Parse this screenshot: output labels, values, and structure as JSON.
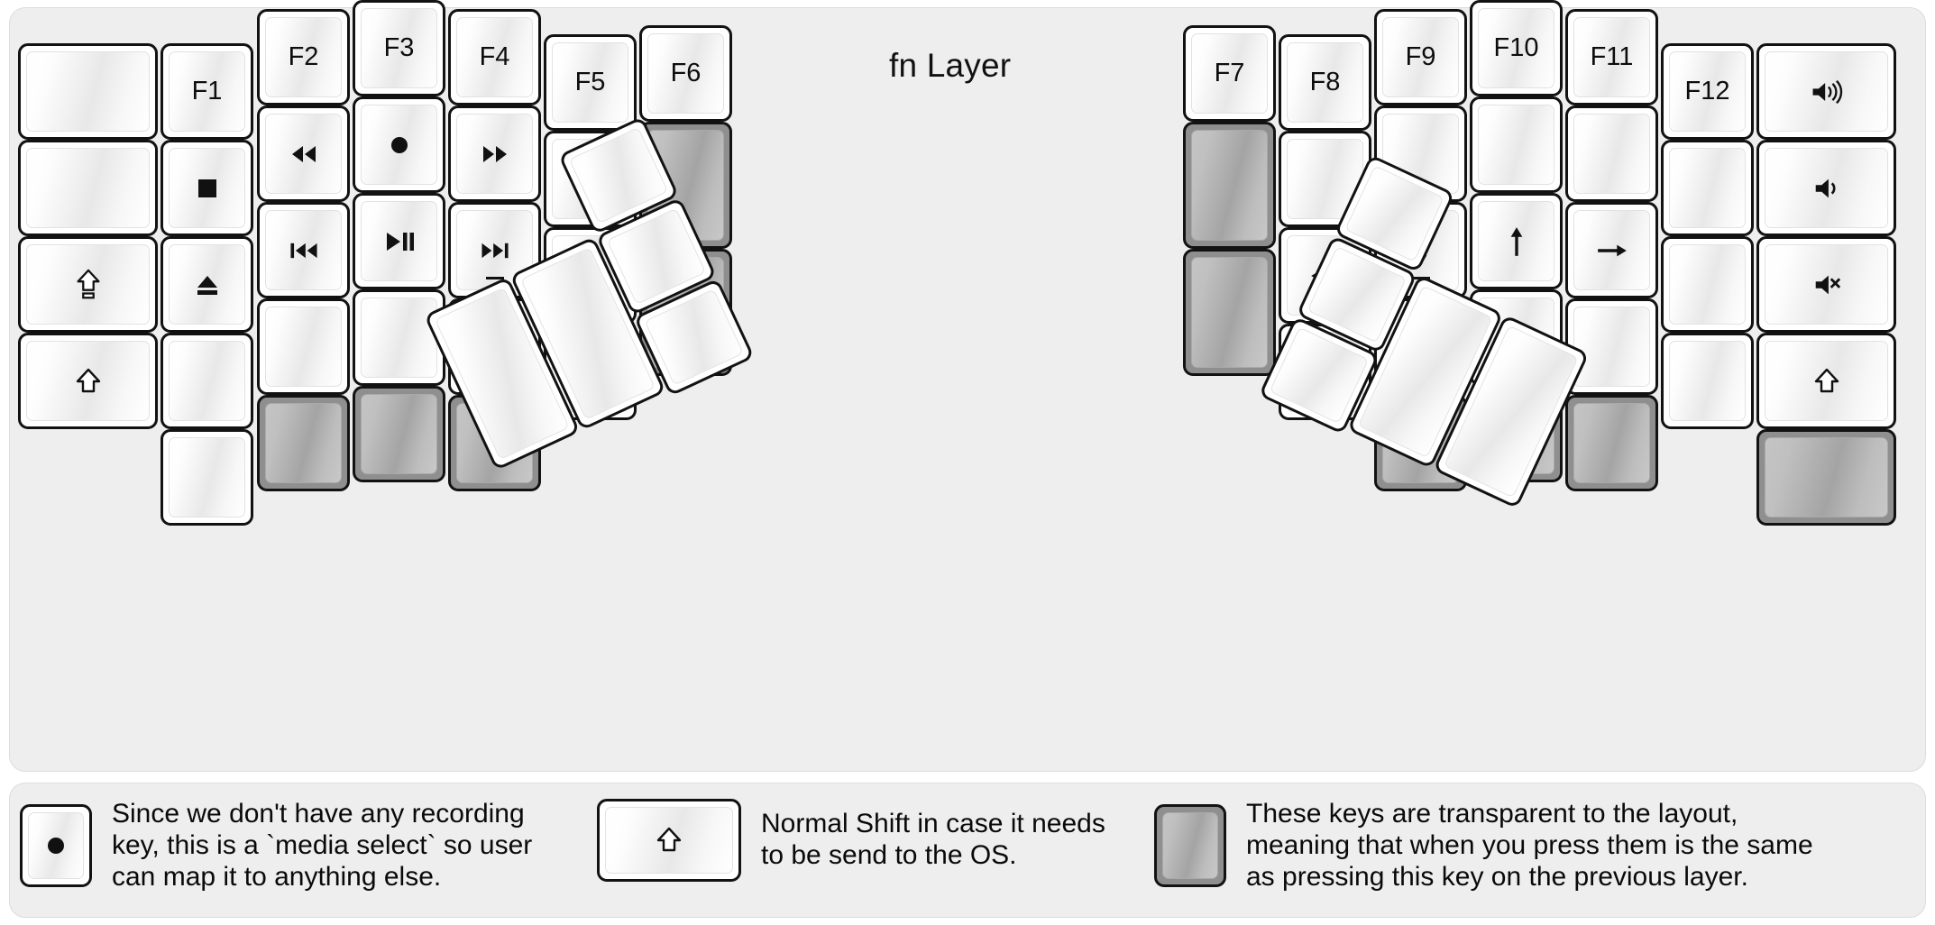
{
  "title": "fn Layer",
  "colors": {
    "background": "#eeeeee",
    "key_face": "#ffffff",
    "key_border": "#121212",
    "transparent_key": "#8f8f8f",
    "text": "#0d0d0d"
  },
  "keyboard": {
    "left_half": {
      "columns": [
        {
          "name": "col-pinky-outer",
          "keys": [
            {
              "label": "",
              "glyph": "",
              "type": "blank",
              "size": "1.5u"
            },
            {
              "label": "",
              "glyph": "",
              "type": "blank",
              "size": "1.5u"
            },
            {
              "label": "",
              "glyph": "caps-lock-icon",
              "type": "glyph",
              "size": "1.5u"
            },
            {
              "label": "",
              "glyph": "shift-icon",
              "type": "glyph",
              "size": "1.5u"
            }
          ]
        },
        {
          "name": "col-pinky",
          "keys": [
            {
              "label": "F1",
              "glyph": "",
              "type": "text"
            },
            {
              "label": "",
              "glyph": "media-stop-icon",
              "type": "glyph"
            },
            {
              "label": "",
              "glyph": "media-eject-icon",
              "type": "glyph"
            },
            {
              "label": "",
              "glyph": "",
              "type": "blank"
            },
            {
              "label": "",
              "glyph": "",
              "type": "blank"
            }
          ]
        },
        {
          "name": "col-ring",
          "keys": [
            {
              "label": "F2",
              "glyph": "",
              "type": "text"
            },
            {
              "label": "",
              "glyph": "media-rewind-icon",
              "type": "glyph"
            },
            {
              "label": "",
              "glyph": "media-prev-track-icon",
              "type": "glyph"
            },
            {
              "label": "",
              "glyph": "",
              "type": "blank"
            },
            {
              "label": "",
              "glyph": "",
              "type": "transparent"
            }
          ]
        },
        {
          "name": "col-middle",
          "keys": [
            {
              "label": "F3",
              "glyph": "",
              "type": "text"
            },
            {
              "label": "",
              "glyph": "media-record-icon",
              "type": "glyph"
            },
            {
              "label": "",
              "glyph": "media-play-pause-icon",
              "type": "glyph"
            },
            {
              "label": "",
              "glyph": "",
              "type": "blank"
            },
            {
              "label": "",
              "glyph": "",
              "type": "transparent"
            }
          ]
        },
        {
          "name": "col-index",
          "keys": [
            {
              "label": "F4",
              "glyph": "",
              "type": "text"
            },
            {
              "label": "",
              "glyph": "media-fast-forward-icon",
              "type": "glyph"
            },
            {
              "label": "",
              "glyph": "media-next-track-icon",
              "type": "glyph",
              "tick": true
            },
            {
              "label": "",
              "glyph": "",
              "type": "blank"
            },
            {
              "label": "",
              "glyph": "",
              "type": "transparent"
            }
          ]
        },
        {
          "name": "col-index-inner",
          "keys": [
            {
              "label": "F5",
              "glyph": "",
              "type": "text"
            },
            {
              "label": "",
              "glyph": "",
              "type": "blank"
            },
            {
              "label": "",
              "glyph": "",
              "type": "blank"
            },
            {
              "label": "",
              "glyph": "",
              "type": "blank"
            }
          ]
        },
        {
          "name": "col-inner",
          "keys": [
            {
              "label": "F6",
              "glyph": "",
              "type": "text"
            },
            {
              "label": "",
              "glyph": "",
              "type": "transparent",
              "size": "1.5u"
            },
            {
              "label": "",
              "glyph": "",
              "type": "transparent",
              "size": "1.5u"
            }
          ]
        }
      ],
      "thumb_cluster": [
        {
          "name": "thumb-big-1",
          "label": "",
          "type": "blank",
          "size": "2u"
        },
        {
          "name": "thumb-big-2",
          "label": "",
          "type": "blank",
          "size": "2u"
        },
        {
          "name": "thumb-small-top",
          "label": "",
          "type": "blank",
          "size": "1u"
        },
        {
          "name": "thumb-small-mid",
          "label": "",
          "type": "blank",
          "size": "1u"
        },
        {
          "name": "thumb-small-bot",
          "label": "",
          "type": "blank",
          "size": "1u"
        }
      ]
    },
    "right_half": {
      "columns": [
        {
          "name": "col-inner-r",
          "keys": [
            {
              "label": "F7",
              "glyph": "",
              "type": "text"
            },
            {
              "label": "",
              "glyph": "",
              "type": "transparent",
              "size": "1.5u"
            },
            {
              "label": "",
              "glyph": "",
              "type": "transparent",
              "size": "1.5u"
            }
          ]
        },
        {
          "name": "col-index-inner-r",
          "keys": [
            {
              "label": "F8",
              "glyph": "",
              "type": "text"
            },
            {
              "label": "",
              "glyph": "",
              "type": "blank"
            },
            {
              "label": "",
              "glyph": "arrow-left-icon",
              "type": "glyph"
            },
            {
              "label": "",
              "glyph": "",
              "type": "blank"
            }
          ]
        },
        {
          "name": "col-index-r",
          "keys": [
            {
              "label": "F9",
              "glyph": "",
              "type": "text"
            },
            {
              "label": "",
              "glyph": "",
              "type": "blank"
            },
            {
              "label": "",
              "glyph": "arrow-down-icon",
              "type": "glyph",
              "tick": true
            },
            {
              "label": "",
              "glyph": "",
              "type": "blank"
            },
            {
              "label": "",
              "glyph": "",
              "type": "transparent"
            }
          ]
        },
        {
          "name": "col-middle-r",
          "keys": [
            {
              "label": "F10",
              "glyph": "",
              "type": "text"
            },
            {
              "label": "",
              "glyph": "",
              "type": "blank"
            },
            {
              "label": "",
              "glyph": "arrow-up-icon",
              "type": "glyph"
            },
            {
              "label": "",
              "glyph": "",
              "type": "blank"
            },
            {
              "label": "",
              "glyph": "",
              "type": "transparent"
            }
          ]
        },
        {
          "name": "col-ring-r",
          "keys": [
            {
              "label": "F11",
              "glyph": "",
              "type": "text"
            },
            {
              "label": "",
              "glyph": "",
              "type": "blank"
            },
            {
              "label": "",
              "glyph": "arrow-right-icon",
              "type": "glyph"
            },
            {
              "label": "",
              "glyph": "",
              "type": "blank"
            },
            {
              "label": "",
              "glyph": "",
              "type": "transparent"
            }
          ]
        },
        {
          "name": "col-pinky-r",
          "keys": [
            {
              "label": "F12",
              "glyph": "",
              "type": "text"
            },
            {
              "label": "",
              "glyph": "",
              "type": "blank"
            },
            {
              "label": "",
              "glyph": "",
              "type": "blank"
            },
            {
              "label": "",
              "glyph": "",
              "type": "blank"
            }
          ]
        },
        {
          "name": "col-pinky-outer-r",
          "keys": [
            {
              "label": "",
              "glyph": "volume-up-icon",
              "type": "glyph",
              "size": "1.5u"
            },
            {
              "label": "",
              "glyph": "volume-down-icon",
              "type": "glyph",
              "size": "1.5u"
            },
            {
              "label": "",
              "glyph": "volume-mute-icon",
              "type": "glyph",
              "size": "1.5u"
            },
            {
              "label": "",
              "glyph": "shift-icon",
              "type": "glyph",
              "size": "1.5u"
            },
            {
              "label": "",
              "glyph": "",
              "type": "transparent"
            }
          ]
        }
      ],
      "thumb_cluster": [
        {
          "name": "thumb-big-1-r",
          "label": "",
          "type": "blank",
          "size": "2u"
        },
        {
          "name": "thumb-big-2-r",
          "label": "",
          "type": "blank",
          "size": "2u"
        },
        {
          "name": "thumb-small-top-r",
          "label": "",
          "type": "blank",
          "size": "1u"
        },
        {
          "name": "thumb-small-mid-r",
          "label": "",
          "type": "blank",
          "size": "1u"
        },
        {
          "name": "thumb-small-bot-r",
          "label": "",
          "type": "blank",
          "size": "1u"
        }
      ]
    }
  },
  "legend": [
    {
      "icon": "media-record-icon",
      "key_style": "normal",
      "text": "Since we don't have any recording\nkey, this is a `media select` so user\ncan map it to anything else."
    },
    {
      "icon": "shift-icon",
      "key_style": "normal",
      "text": "Normal Shift in case it needs\nto be send to the OS."
    },
    {
      "icon": "",
      "key_style": "transparent",
      "text": "These keys are transparent to the layout,\nmeaning that when you press them is the same\nas pressing this key on the previous layer."
    }
  ]
}
